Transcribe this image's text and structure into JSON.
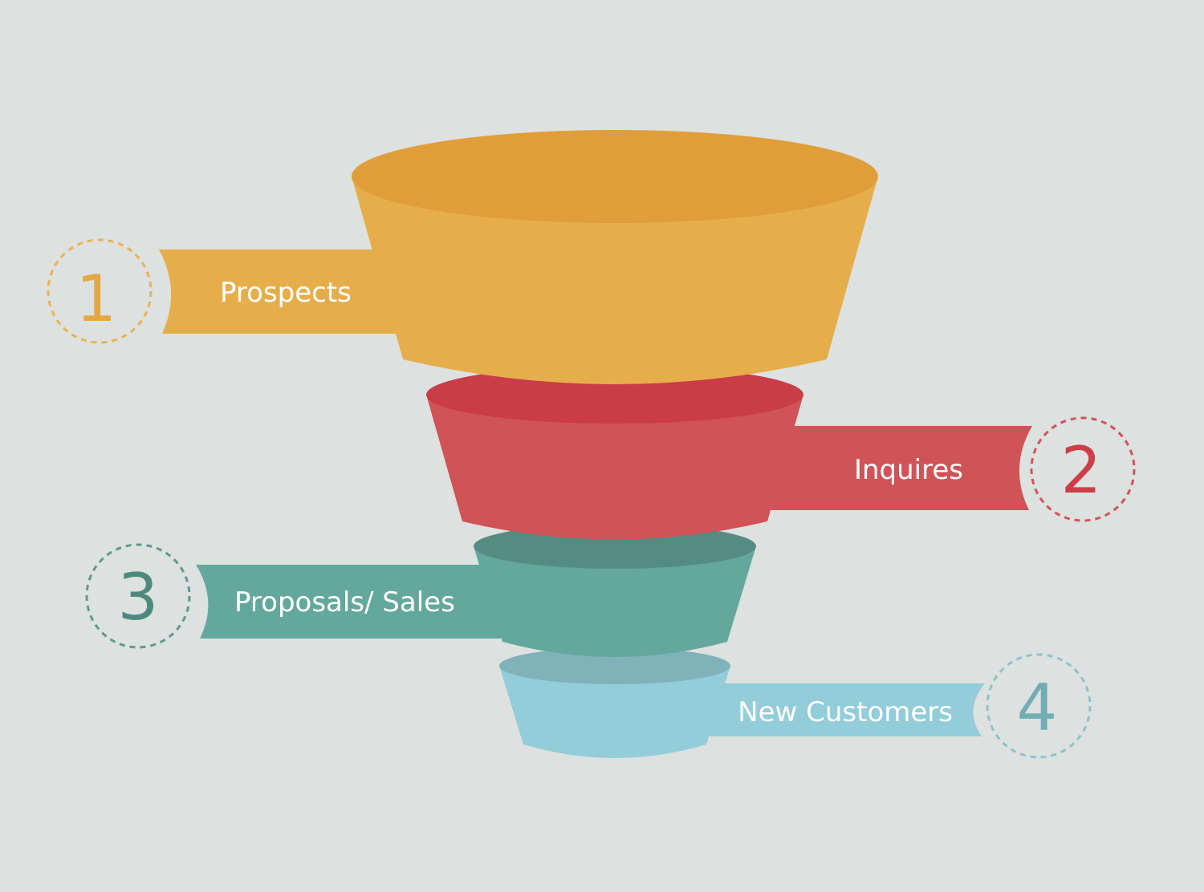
{
  "background": "#dde1df",
  "stages": [
    {
      "number": "1",
      "label": "Prospects",
      "colors": {
        "front": "#e6ae4b",
        "top": "#e09e3a",
        "ribbon": "#e6ae4b",
        "number": "#e5a743",
        "circle": "#e8b354"
      }
    },
    {
      "number": "2",
      "label": "Inquires",
      "colors": {
        "front": "#d05357",
        "top": "#c93c48",
        "ribbon": "#d05357",
        "number": "#cc3f48",
        "circle": "#d2525a"
      }
    },
    {
      "number": "3",
      "label": "Proposals/ Sales",
      "colors": {
        "front": "#64a89d",
        "top": "#558c81",
        "ribbon": "#64a89d",
        "number": "#4d8a7e",
        "circle": "#5c9a8f"
      }
    },
    {
      "number": "4",
      "label": "New Customers",
      "colors": {
        "front": "#92cdd9",
        "top": "#7fb3b9",
        "ribbon": "#92cdd9",
        "number": "#72adb6",
        "circle": "#8cc4cc"
      }
    }
  ]
}
